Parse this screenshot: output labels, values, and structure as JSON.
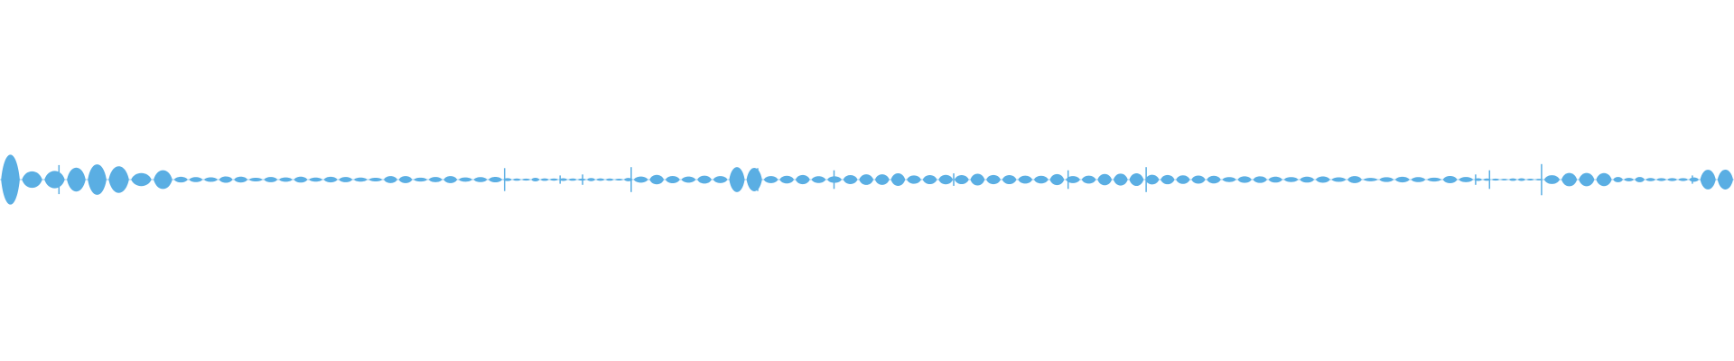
{
  "waveform": {
    "color": "#5aaee3",
    "background": "#ffffff",
    "description_note": "",
    "segments": [
      {
        "start": 0.0,
        "end": 0.012,
        "level": 0.95,
        "count": 1
      },
      {
        "start": 0.012,
        "end": 0.025,
        "level": 0.3,
        "count": 1
      },
      {
        "start": 0.025,
        "end": 0.038,
        "level": 0.45,
        "count": 1
      },
      {
        "start": 0.038,
        "end": 0.05,
        "level": 0.55,
        "count": 1
      },
      {
        "start": 0.05,
        "end": 0.062,
        "level": 0.6,
        "count": 1
      },
      {
        "start": 0.062,
        "end": 0.075,
        "level": 0.5,
        "count": 1
      },
      {
        "start": 0.075,
        "end": 0.088,
        "level": 0.35,
        "count": 1
      },
      {
        "start": 0.088,
        "end": 0.1,
        "level": 0.28,
        "count": 1
      },
      {
        "start": 0.1,
        "end": 0.29,
        "level": 0.1,
        "count": 22
      },
      {
        "start": 0.29,
        "end": 0.365,
        "level": 0.05,
        "count": 14
      },
      {
        "start": 0.365,
        "end": 0.42,
        "level": 0.14,
        "count": 6
      },
      {
        "start": 0.42,
        "end": 0.44,
        "level": 0.4,
        "count": 2
      },
      {
        "start": 0.44,
        "end": 0.66,
        "level": 0.18,
        "count": 24
      },
      {
        "start": 0.66,
        "end": 0.74,
        "level": 0.14,
        "count": 9
      },
      {
        "start": 0.74,
        "end": 0.85,
        "level": 0.1,
        "count": 12
      },
      {
        "start": 0.85,
        "end": 0.89,
        "level": 0.04,
        "count": 8
      },
      {
        "start": 0.89,
        "end": 0.93,
        "level": 0.22,
        "count": 4
      },
      {
        "start": 0.93,
        "end": 0.98,
        "level": 0.08,
        "count": 8
      },
      {
        "start": 0.98,
        "end": 1.0,
        "level": 0.3,
        "count": 2
      }
    ],
    "spikes": [
      {
        "pos": 0.034,
        "level": 0.7
      },
      {
        "pos": 0.291,
        "level": 0.55
      },
      {
        "pos": 0.323,
        "level": 0.2
      },
      {
        "pos": 0.336,
        "level": 0.25
      },
      {
        "pos": 0.364,
        "level": 0.6
      },
      {
        "pos": 0.437,
        "level": 0.55
      },
      {
        "pos": 0.481,
        "level": 0.45
      },
      {
        "pos": 0.55,
        "level": 0.3
      },
      {
        "pos": 0.616,
        "level": 0.45
      },
      {
        "pos": 0.661,
        "level": 0.6
      },
      {
        "pos": 0.851,
        "level": 0.25
      },
      {
        "pos": 0.859,
        "level": 0.45
      },
      {
        "pos": 0.889,
        "level": 0.75
      },
      {
        "pos": 0.976,
        "level": 0.2
      }
    ]
  }
}
